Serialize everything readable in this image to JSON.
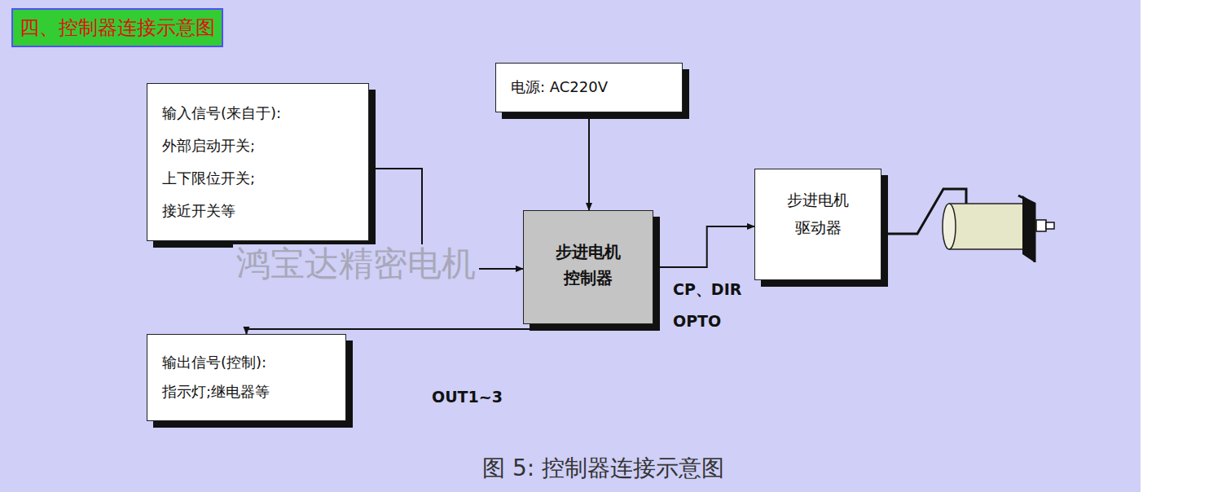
{
  "diagram": {
    "title": "四、控制器连接示意图",
    "caption": "图 5: 控制器连接示意图",
    "nodes": [
      {
        "text": [
          "输入信号(来自于):",
          "外部启动开关;",
          "上下限位开关;",
          "接近开关等"
        ]
      },
      {
        "text": [
          "电源: AC220V"
        ]
      },
      {
        "text": [
          "步进电机 控制器"
        ]
      },
      {
        "text": [
          "步进电机 驱动器"
        ]
      },
      {
        "text": [
          "输出信号(控制):",
          "指示灯;继电器等"
        ]
      }
    ],
    "edges": [
      {
        "from": 0,
        "to": 2,
        "arrow": "to"
      },
      {
        "from": 1,
        "to": 2,
        "arrow": "to"
      },
      {
        "from": 2,
        "to": 3,
        "arrow": "to"
      },
      {
        "from": 2,
        "to": 4,
        "arrow": "to"
      }
    ],
    "labels": [
      "CP、DIR",
      "OPTO",
      "OUT1~3",
      "鸿宝达精密电机"
    ]
  }
}
